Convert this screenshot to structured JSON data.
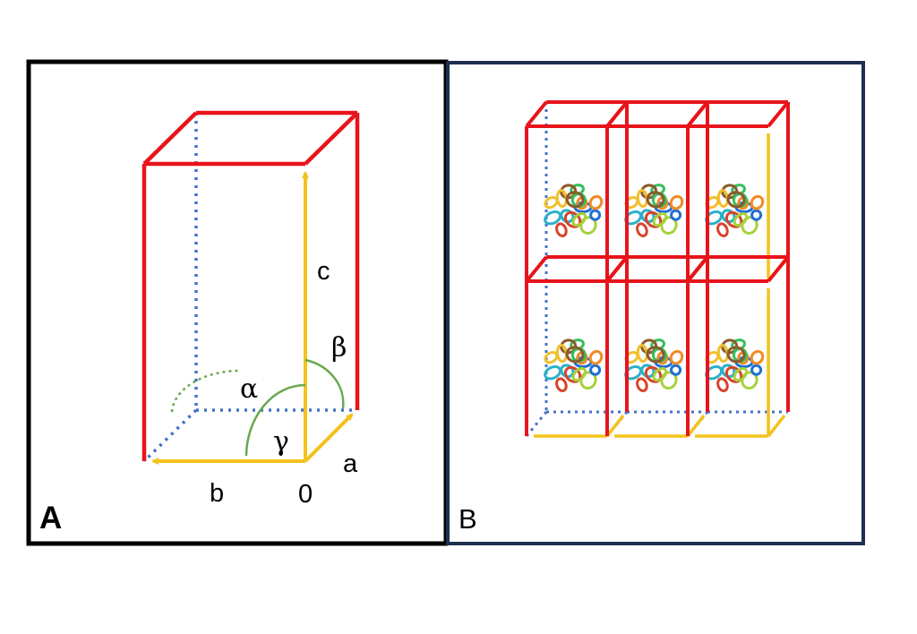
{
  "panels": {
    "a": {
      "label": "A"
    },
    "b": {
      "label": "B"
    }
  },
  "axes": {
    "a": "a",
    "b": "b",
    "c": "c",
    "origin": "0"
  },
  "angles": {
    "alpha": "α",
    "beta": "β",
    "gamma": "γ"
  },
  "colors": {
    "cell_edge": "#e8141b",
    "axis_vector": "#f4c21c",
    "hidden_edge": "#4472c4",
    "angle_arc": "#6aa84f",
    "panel_a_border": "#000000",
    "panel_b_border": "#1f2f4f"
  },
  "lattice": {
    "rows": 2,
    "columns": 3,
    "molecule": "protein-ribbon-structure"
  }
}
